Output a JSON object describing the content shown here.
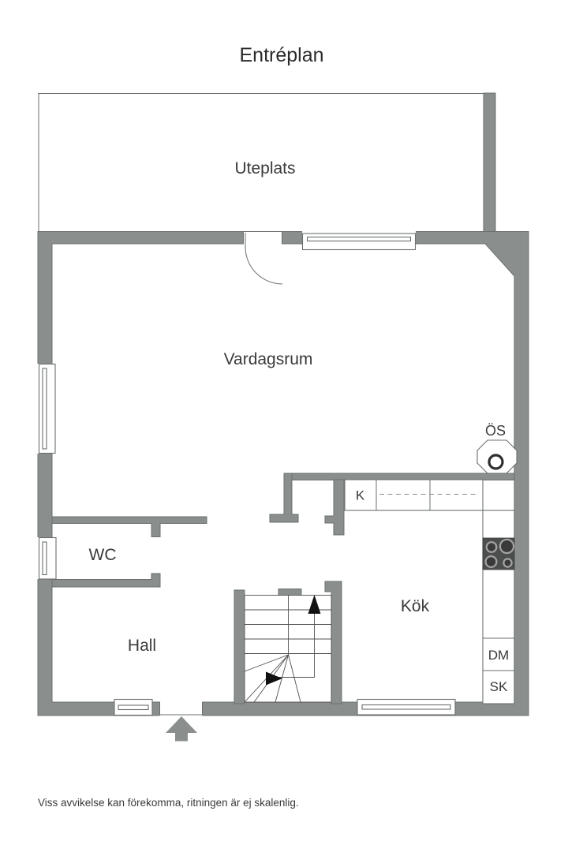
{
  "plan": {
    "title": "Entréplan"
  },
  "rooms": {
    "uteplats": "Uteplats",
    "vardagsrum": "Vardagsrum",
    "wc": "WC",
    "hall": "Hall",
    "kok": "Kök"
  },
  "fixtures": {
    "fireplace": "ÖS",
    "wardrobe": "K",
    "dishwasher": "DM",
    "tall_cabinet": "SK"
  },
  "footer": {
    "disclaimer": "Viss avvikelse kan förekomma, ritningen är ej skalenlig."
  },
  "colors": {
    "wall": "#8a8f8e",
    "line": "#6b706f",
    "stair_line": "#4f4f4f",
    "text": "#3a3a3a",
    "arrow": "#8a8f8e",
    "background": "#ffffff"
  }
}
